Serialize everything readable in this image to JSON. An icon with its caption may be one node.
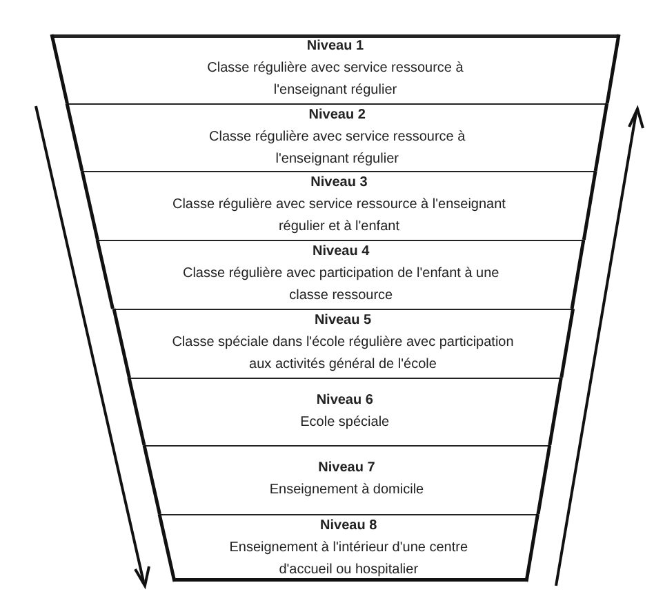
{
  "diagram": {
    "nodes": [
      {
        "text": [
          "Niveau 1",
          "Classe régulière avec service ressource à l'enseignant régulier"
        ]
      },
      {
        "text": [
          "Niveau 2",
          "Classe régulière avec service ressource à l'enseignant régulier"
        ]
      },
      {
        "text": [
          "Niveau 3",
          "Classe régulière avec service ressource à l'enseignant régulier et à l'enfant"
        ]
      },
      {
        "text": [
          "Niveau 4",
          "Classe régulière avec participation de l'enfant à une classe ressource"
        ]
      },
      {
        "text": [
          "Niveau 5",
          "Classe spéciale dans l'école régulière avec participation aux activités général de l'école"
        ]
      },
      {
        "text": [
          "Niveau 6",
          "Ecole spéciale"
        ]
      },
      {
        "text": [
          "Niveau 7",
          "Enseignement à domicile"
        ]
      },
      {
        "text": [
          "Niveau 8",
          "Enseignement à l'intérieur d'une centre d'accueil ou hospitalier"
        ]
      }
    ]
  }
}
